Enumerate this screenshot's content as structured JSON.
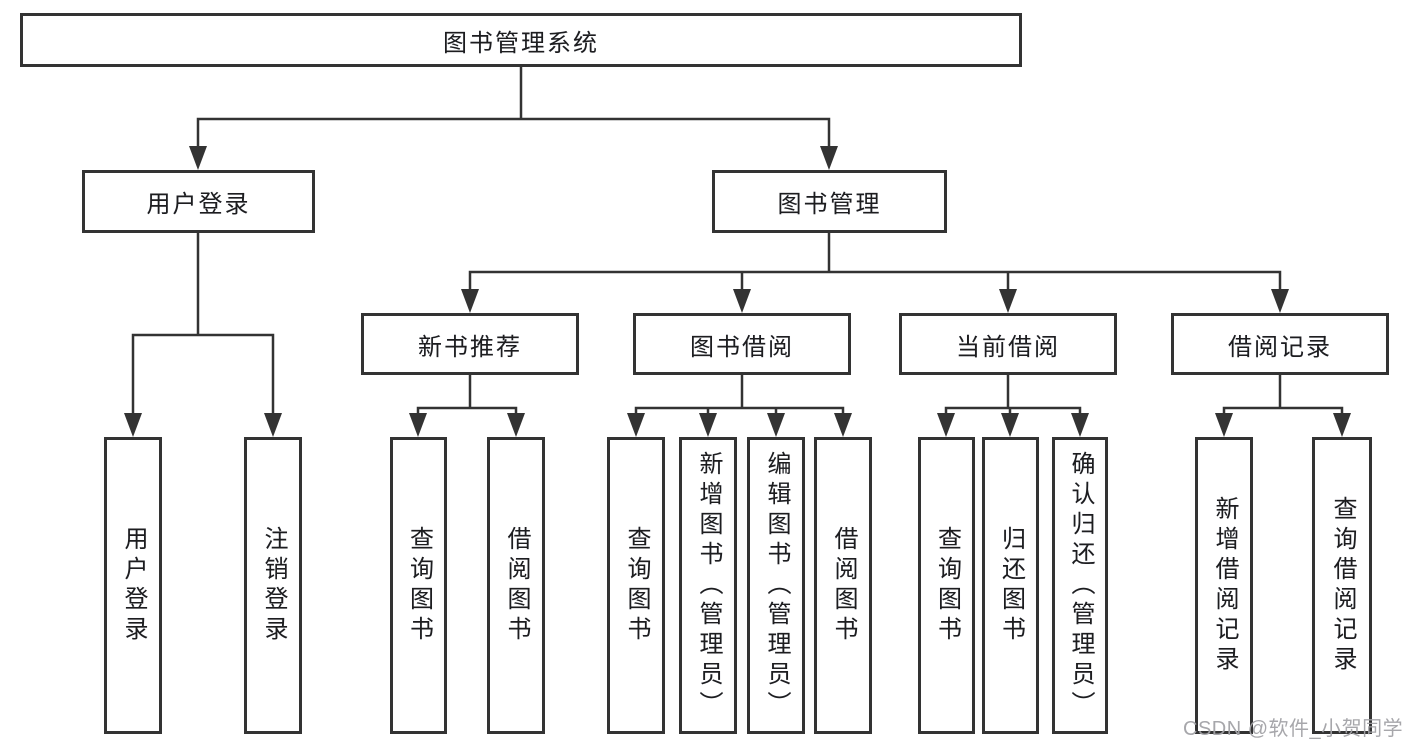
{
  "diagram": {
    "type": "hierarchy-tree",
    "levels": 4
  },
  "nodes": {
    "root": {
      "label": "图书管理系统"
    },
    "user_login": {
      "label": "用户登录"
    },
    "book_mgmt": {
      "label": "图书管理"
    },
    "new_book_rec": {
      "label": "新书推荐"
    },
    "book_borrow": {
      "label": "图书借阅"
    },
    "current_borrow": {
      "label": "当前借阅"
    },
    "borrow_record": {
      "label": "借阅记录"
    },
    "leaf_user_login": {
      "label": "用户登录"
    },
    "leaf_logout": {
      "label": "注销登录"
    },
    "leaf_query_book_a": {
      "label": "查询图书"
    },
    "leaf_borrow_book_a": {
      "label": "借阅图书"
    },
    "leaf_query_book_b": {
      "label": "查询图书"
    },
    "leaf_add_book": {
      "label": "新增图书（管理员）"
    },
    "leaf_edit_book": {
      "label": "编辑图书（管理员）"
    },
    "leaf_borrow_book_b": {
      "label": "借阅图书"
    },
    "leaf_query_book_c": {
      "label": "查询图书"
    },
    "leaf_return_book": {
      "label": "归还图书"
    },
    "leaf_confirm_return": {
      "label": "确认归还（管理员）"
    },
    "leaf_add_record": {
      "label": "新增借阅记录"
    },
    "leaf_query_record": {
      "label": "查询借阅记录"
    }
  },
  "tree": {
    "root": "图书管理系统",
    "children": [
      {
        "label": "用户登录",
        "children": [
          "用户登录",
          "注销登录"
        ]
      },
      {
        "label": "图书管理",
        "children": [
          {
            "label": "新书推荐",
            "children": [
              "查询图书",
              "借阅图书"
            ]
          },
          {
            "label": "图书借阅",
            "children": [
              "查询图书",
              "新增图书（管理员）",
              "编辑图书（管理员）",
              "借阅图书"
            ]
          },
          {
            "label": "当前借阅",
            "children": [
              "查询图书",
              "归还图书",
              "确认归还（管理员）"
            ]
          },
          {
            "label": "借阅记录",
            "children": [
              "新增借阅记录",
              "查询借阅记录"
            ]
          }
        ]
      }
    ]
  },
  "watermark": {
    "text": "CSDN @软件_小贺同学"
  },
  "colors": {
    "line": "#333333",
    "border": "#333333",
    "text": "#1d1d1f",
    "watermark": "#a2a2a6",
    "background": "#ffffff"
  }
}
